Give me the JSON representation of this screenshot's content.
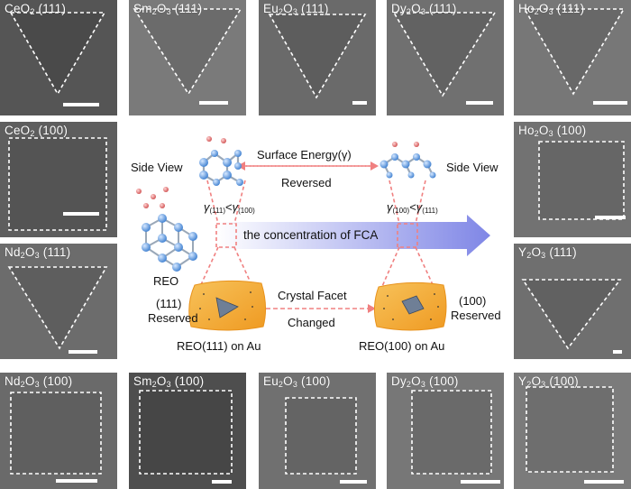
{
  "tiles": [
    {
      "id": "ceo2-111",
      "main": "CeO",
      "sub": "2",
      "facet": "(111)",
      "shape": "triangle",
      "tone": "#555555"
    },
    {
      "id": "sm2o3-111",
      "main": "Sm",
      "sub": "2",
      "main2": "O",
      "sub2": "3",
      "facet": "(111)",
      "shape": "triangle",
      "tone": "#7a7a7a"
    },
    {
      "id": "eu2o3-111",
      "main": "Eu",
      "sub": "2",
      "main2": "O",
      "sub2": "3",
      "facet": "(111)",
      "shape": "triangle",
      "tone": "#6a6a6a"
    },
    {
      "id": "dy2o3-111",
      "main": "Dy",
      "sub": "2",
      "main2": "O",
      "sub2": "3",
      "facet": "(111)",
      "shape": "triangle",
      "tone": "#707070"
    },
    {
      "id": "ho2o3-111",
      "main": "Ho",
      "sub": "2",
      "main2": "O",
      "sub2": "3",
      "facet": "(111)",
      "shape": "triangle",
      "tone": "#777777"
    },
    {
      "id": "ceo2-100",
      "main": "CeO",
      "sub": "2",
      "facet": "(100)",
      "shape": "square",
      "tone": "#5e5e5e"
    },
    {
      "id": "ho2o3-100",
      "main": "Ho",
      "sub": "2",
      "main2": "O",
      "sub2": "3",
      "facet": "(100)",
      "shape": "square",
      "tone": "#727272"
    },
    {
      "id": "nd2o3-111",
      "main": "Nd",
      "sub": "2",
      "main2": "O",
      "sub2": "3",
      "facet": "(111)",
      "shape": "triangle",
      "tone": "#6c6c6c"
    },
    {
      "id": "y2o3-111",
      "main": "Y",
      "sub": "2",
      "main2": "O",
      "sub2": "3",
      "facet": "(111)",
      "shape": "triangle",
      "tone": "#6f6f6f"
    },
    {
      "id": "nd2o3-100",
      "main": "Nd",
      "sub": "2",
      "main2": "O",
      "sub2": "3",
      "facet": "(100)",
      "shape": "square",
      "tone": "#6a6a6a"
    },
    {
      "id": "sm2o3-100",
      "main": "Sm",
      "sub": "2",
      "main2": "O",
      "sub2": "3",
      "facet": "(100)",
      "shape": "square",
      "tone": "#4e4e4e"
    },
    {
      "id": "eu2o3-100",
      "main": "Eu",
      "sub": "2",
      "main2": "O",
      "sub2": "3",
      "facet": "(100)",
      "shape": "square",
      "tone": "#707070"
    },
    {
      "id": "dy2o3-100",
      "main": "Dy",
      "sub": "2",
      "main2": "O",
      "sub2": "3",
      "facet": "(100)",
      "shape": "square",
      "tone": "#777777"
    },
    {
      "id": "y2o3-100",
      "main": "Y",
      "sub": "2",
      "main2": "O",
      "sub2": "3",
      "facet": "(100)",
      "shape": "square",
      "tone": "#7b7b7b"
    }
  ],
  "center": {
    "side_view_left": "Side View",
    "side_view_right": "Side View",
    "surface_energy": "Surface Energy(γ)",
    "reversed": "Reversed",
    "gamma_left": {
      "g1": "γ",
      "s1": "(111)",
      "op": "<",
      "g2": "γ",
      "s2": "(100)"
    },
    "gamma_right": {
      "g1": "γ",
      "s1": "(100)",
      "op": "<",
      "g2": "γ",
      "s2": "(111)"
    },
    "fca_arrow": "the concentration of FCA",
    "reo": "REO",
    "reserved_111_top": "(111)",
    "reserved_111_bottom": "Reserved",
    "crystal_facet": "Crystal Facet",
    "changed": "Changed",
    "reserved_100_top": "(100)",
    "reserved_100_bottom": "Reserved",
    "caption_left": "REO(111) on Au",
    "caption_right": "REO(100) on Au"
  },
  "colors": {
    "arrow_gradient_start": "#ffffff",
    "arrow_gradient_end": "#7f86e6",
    "dashed_pink": "#f08080",
    "au_orange": "#f5a623",
    "atom_blue": "#4a90d9",
    "atom_red": "#e06666"
  }
}
